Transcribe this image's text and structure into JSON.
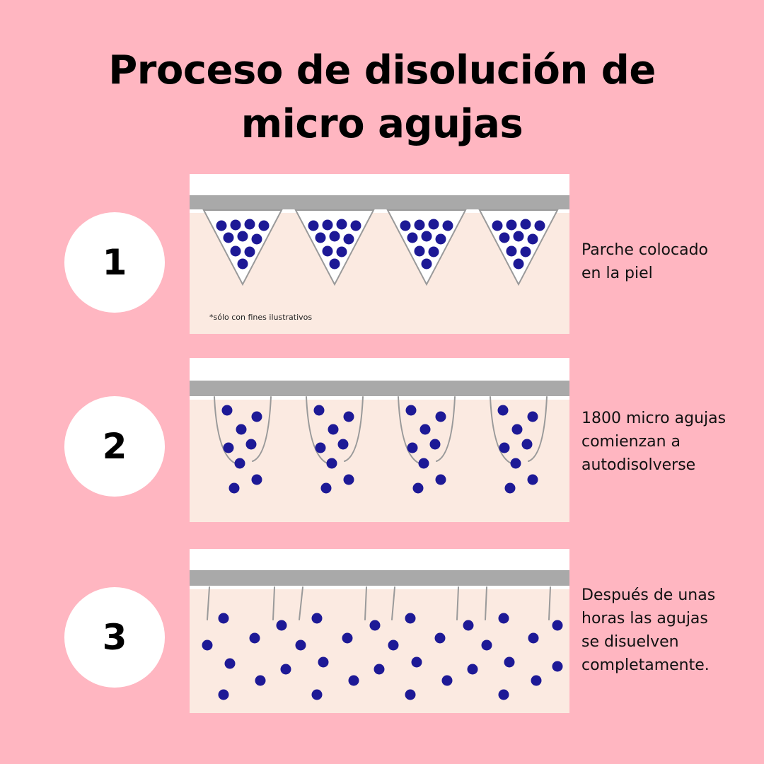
{
  "title": {
    "line1": "Proceso de disolución de",
    "line2": "micro agujas"
  },
  "colors": {
    "background": "#ffb6c1",
    "skin": "#fbeae1",
    "patch_base": "#ffffff",
    "patch_band": "#a9a9a9",
    "needle_outline": "#9a9a9a",
    "particle": "#1d1996"
  },
  "steps": [
    {
      "number": "1",
      "lines": [
        "Parche colocado",
        "en la piel"
      ],
      "note": "*sólo con fines ilustrativos"
    },
    {
      "number": "2",
      "lines": [
        "1800 micro agujas",
        "comienzan a",
        "autodisolverse"
      ]
    },
    {
      "number": "3",
      "lines": [
        "Después de unas",
        "horas las agujas",
        "se disuelven",
        "completamente."
      ]
    }
  ]
}
